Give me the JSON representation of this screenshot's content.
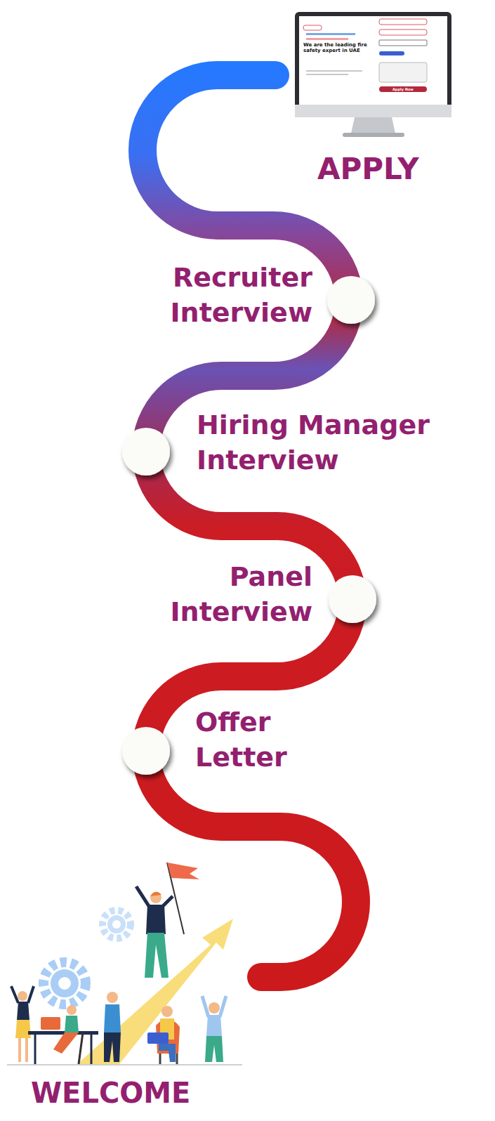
{
  "diagram": {
    "labels": [
      "We are the leading fire safety expert in UAE",
      "Apply Now",
      "APPLY",
      "Recruiter Interview",
      "Hiring Manager Interview",
      "Panel Interview",
      "Offer Letter",
      "WELCOME"
    ]
  }
}
